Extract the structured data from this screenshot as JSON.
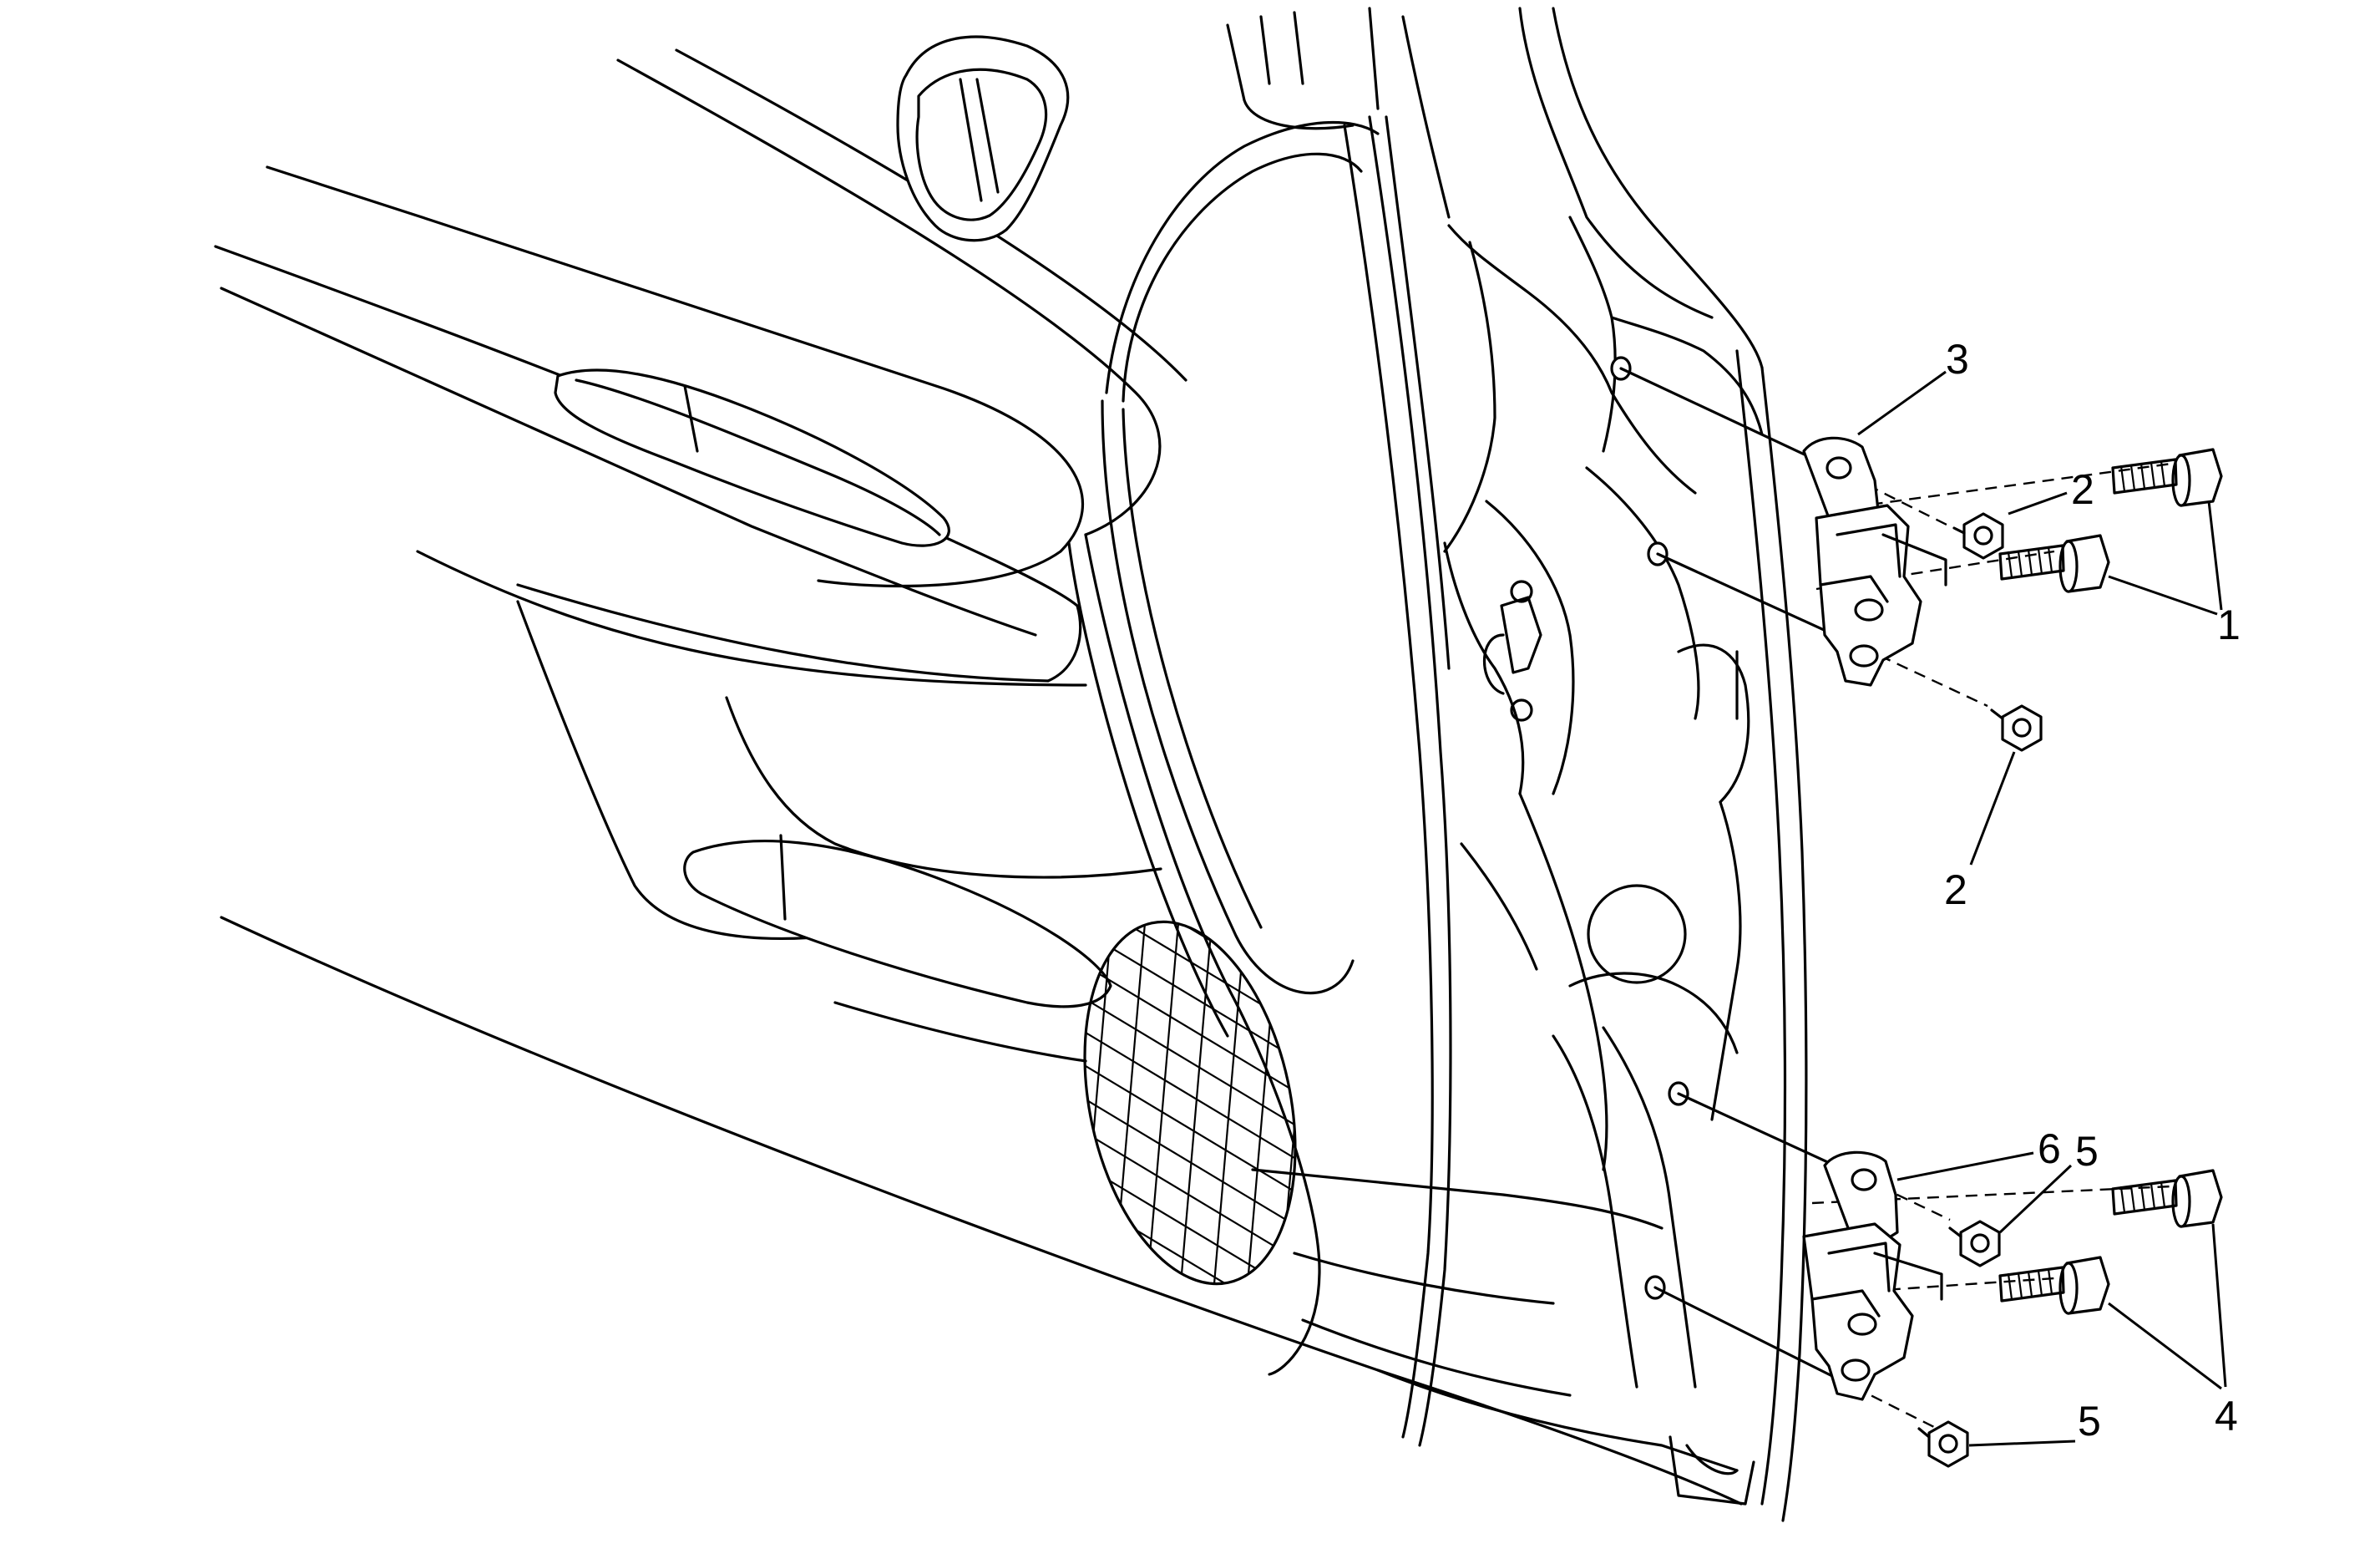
{
  "callouts": {
    "c1": "1",
    "c2a": "2",
    "c2b": "2",
    "c3": "3",
    "c4": "4",
    "c5a": "5",
    "c5b": "5",
    "c6": "6"
  },
  "parts": {
    "upper_hinge": "3",
    "lower_hinge": "6",
    "upper_door_bolts": "1",
    "lower_door_bolts": "4",
    "upper_body_nuts": "2",
    "lower_body_nuts": "5"
  }
}
